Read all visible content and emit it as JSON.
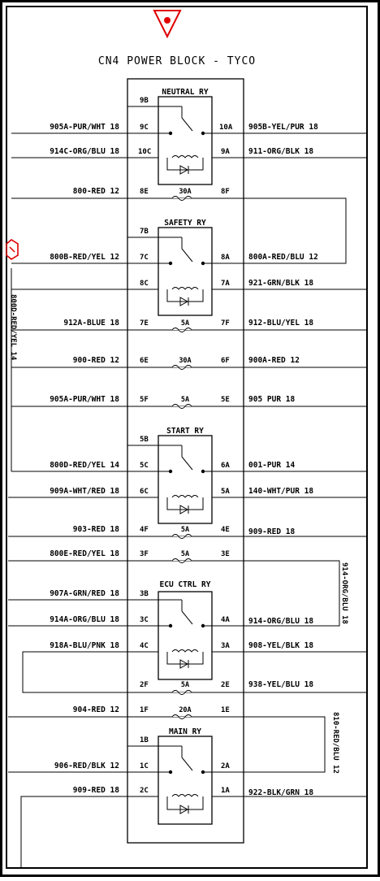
{
  "title": "CN4 POWER BLOCK - TYCO",
  "symbols": {
    "top_marker": "warning-triangle-icon",
    "left_marker": "hexagon-marker-icon"
  },
  "relays": {
    "neutral": "NEUTRAL RY",
    "safety": "SAFETY RY",
    "start": "START RY",
    "ecu": "ECU CTRL RY",
    "main": "MAIN RY"
  },
  "pins": {
    "p9B": "9B",
    "p9C": "9C",
    "p10C": "10C",
    "p10A": "10A",
    "p9A": "9A",
    "p8E": "8E",
    "p8F": "8F",
    "p7B": "7B",
    "p7C": "7C",
    "p8A": "8A",
    "p8C": "8C",
    "p7A": "7A",
    "p7E": "7E",
    "p7F": "7F",
    "p6E": "6E",
    "p6F": "6F",
    "p5F": "5F",
    "p5E": "5E",
    "p5B": "5B",
    "p5C": "5C",
    "p6A": "6A",
    "p6C": "6C",
    "p5A": "5A",
    "p4F": "4F",
    "p4E": "4E",
    "p3F": "3F",
    "p3E": "3E",
    "p3B": "3B",
    "p3C": "3C",
    "p4A": "4A",
    "p4C": "4C",
    "p3A": "3A",
    "p2F": "2F",
    "p2E": "2E",
    "p1F": "1F",
    "p1E": "1E",
    "p1B": "1B",
    "p1C": "1C",
    "p2A": "2A",
    "p2C": "2C",
    "p1A": "1A"
  },
  "fuses": {
    "f8": "30A",
    "f7": "5A",
    "f6": "30A",
    "f5": "5A",
    "f4": "5A",
    "f3": "5A",
    "f2": "5A",
    "f1": "20A"
  },
  "wires": {
    "w905A_1": "905A-PUR/WHT 18",
    "w914C": "914C-ORG/BLU 18",
    "w800": "800-RED 12",
    "w800B": "800B-RED/YEL 12",
    "w912A": "912A-BLUE 18",
    "w900": "900-RED 12",
    "w905A_2": "905A-PUR/WHT 18",
    "w800D": "800D-RED/YEL 14",
    "w909A": "909A-WHT/RED 18",
    "w903": "903-RED 18",
    "w800E": "800E-RED/YEL 18",
    "w907A": "907A-GRN/RED 18",
    "w914A_L": "914A-ORG/BLU 18",
    "w918A": "918A-BLU/PNK 18",
    "w904": "904-RED 12",
    "w906": "906-RED/BLK 12",
    "w909": "909-RED 18",
    "w905B": "905B-YEL/PUR 18",
    "w911": "911-ORG/BLK 18",
    "w800A": "800A-RED/BLU 12",
    "w921": "921-GRN/BLK 18",
    "w912": "912-BLU/YEL 18",
    "w900A": "900A-RED 12",
    "w905": "905 PUR 18",
    "w001": "001-PUR 14",
    "w140": "140-WHT/PUR 18",
    "w909R": "909-RED 18",
    "w914R": "914-ORG/BLU 18",
    "w908": "908-YEL/BLK 18",
    "w938": "938-YEL/BLU 18",
    "w922": "922-BLK/GRN 18",
    "v800D": "800D-RED/YEL 14",
    "v914": "914-ORG/BLU 18",
    "v810": "810-RED/BLU 12"
  }
}
